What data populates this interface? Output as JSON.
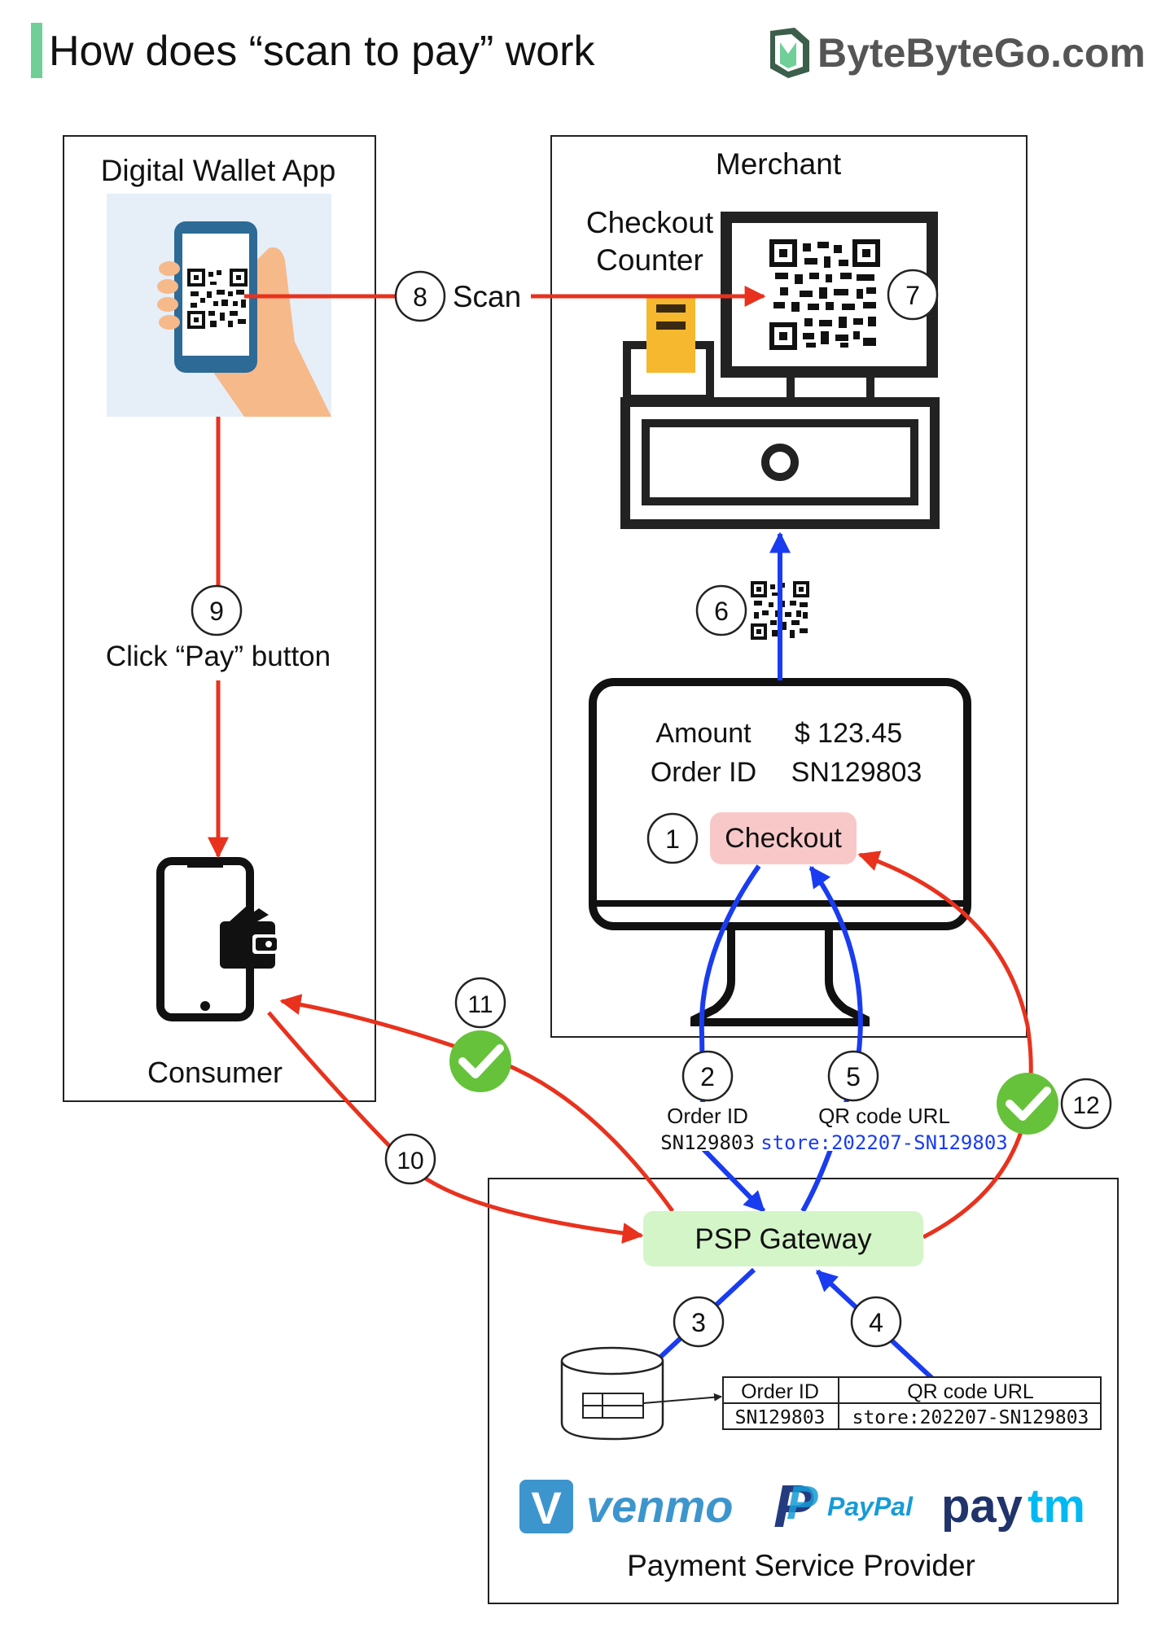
{
  "header": {
    "title": "How does “scan to pay” work",
    "brand": "ByteByteGo.com",
    "accent_color": "#6fcf97"
  },
  "wallet_box": {
    "title": "Digital Wallet App",
    "consumer_label": "Consumer",
    "click_pay_label": "Click “Pay” button"
  },
  "merchant_box": {
    "title": "Merchant",
    "checkout_counter": [
      "Checkout",
      "Counter"
    ]
  },
  "merchant_screen": {
    "amount_label": "Amount",
    "amount_value": "$ 123.45",
    "order_label": "Order ID",
    "order_value": "SN129803",
    "checkout_button": "Checkout"
  },
  "scan_label": "Scan",
  "edge_labels": {
    "order_id_label": "Order ID",
    "order_id_value": "SN129803",
    "qr_url_label": "QR code URL",
    "qr_url_value": "store:202207-SN129803"
  },
  "psp": {
    "gateway": "PSP Gateway",
    "provider_label": "Payment Service Provider",
    "table_headers": [
      "Order ID",
      "QR code URL"
    ],
    "table_row": [
      "SN129803",
      "store:202207-SN129803"
    ],
    "logos": [
      "venmo",
      "PayPal",
      "paytm"
    ]
  },
  "steps": [
    "1",
    "2",
    "3",
    "4",
    "5",
    "6",
    "7",
    "8",
    "9",
    "10",
    "11",
    "12"
  ],
  "colors": {
    "red_arrow": "#e8321e",
    "blue_arrow": "#1a3cf0",
    "gateway_fill": "#d4f5c8",
    "checkout_fill": "#f8c8c8",
    "check_green": "#66c23a",
    "venmo_blue": "#3d95ce",
    "paypal_navy": "#253b80",
    "paypal_blue": "#179bd7",
    "paytm_navy": "#20336b",
    "paytm_cyan": "#00b9f1",
    "counter_yellow": "#f5b82e",
    "skin": "#f6b98a",
    "phone_blue": "#2d6a96",
    "wallet_bg": "#e6eef8"
  }
}
